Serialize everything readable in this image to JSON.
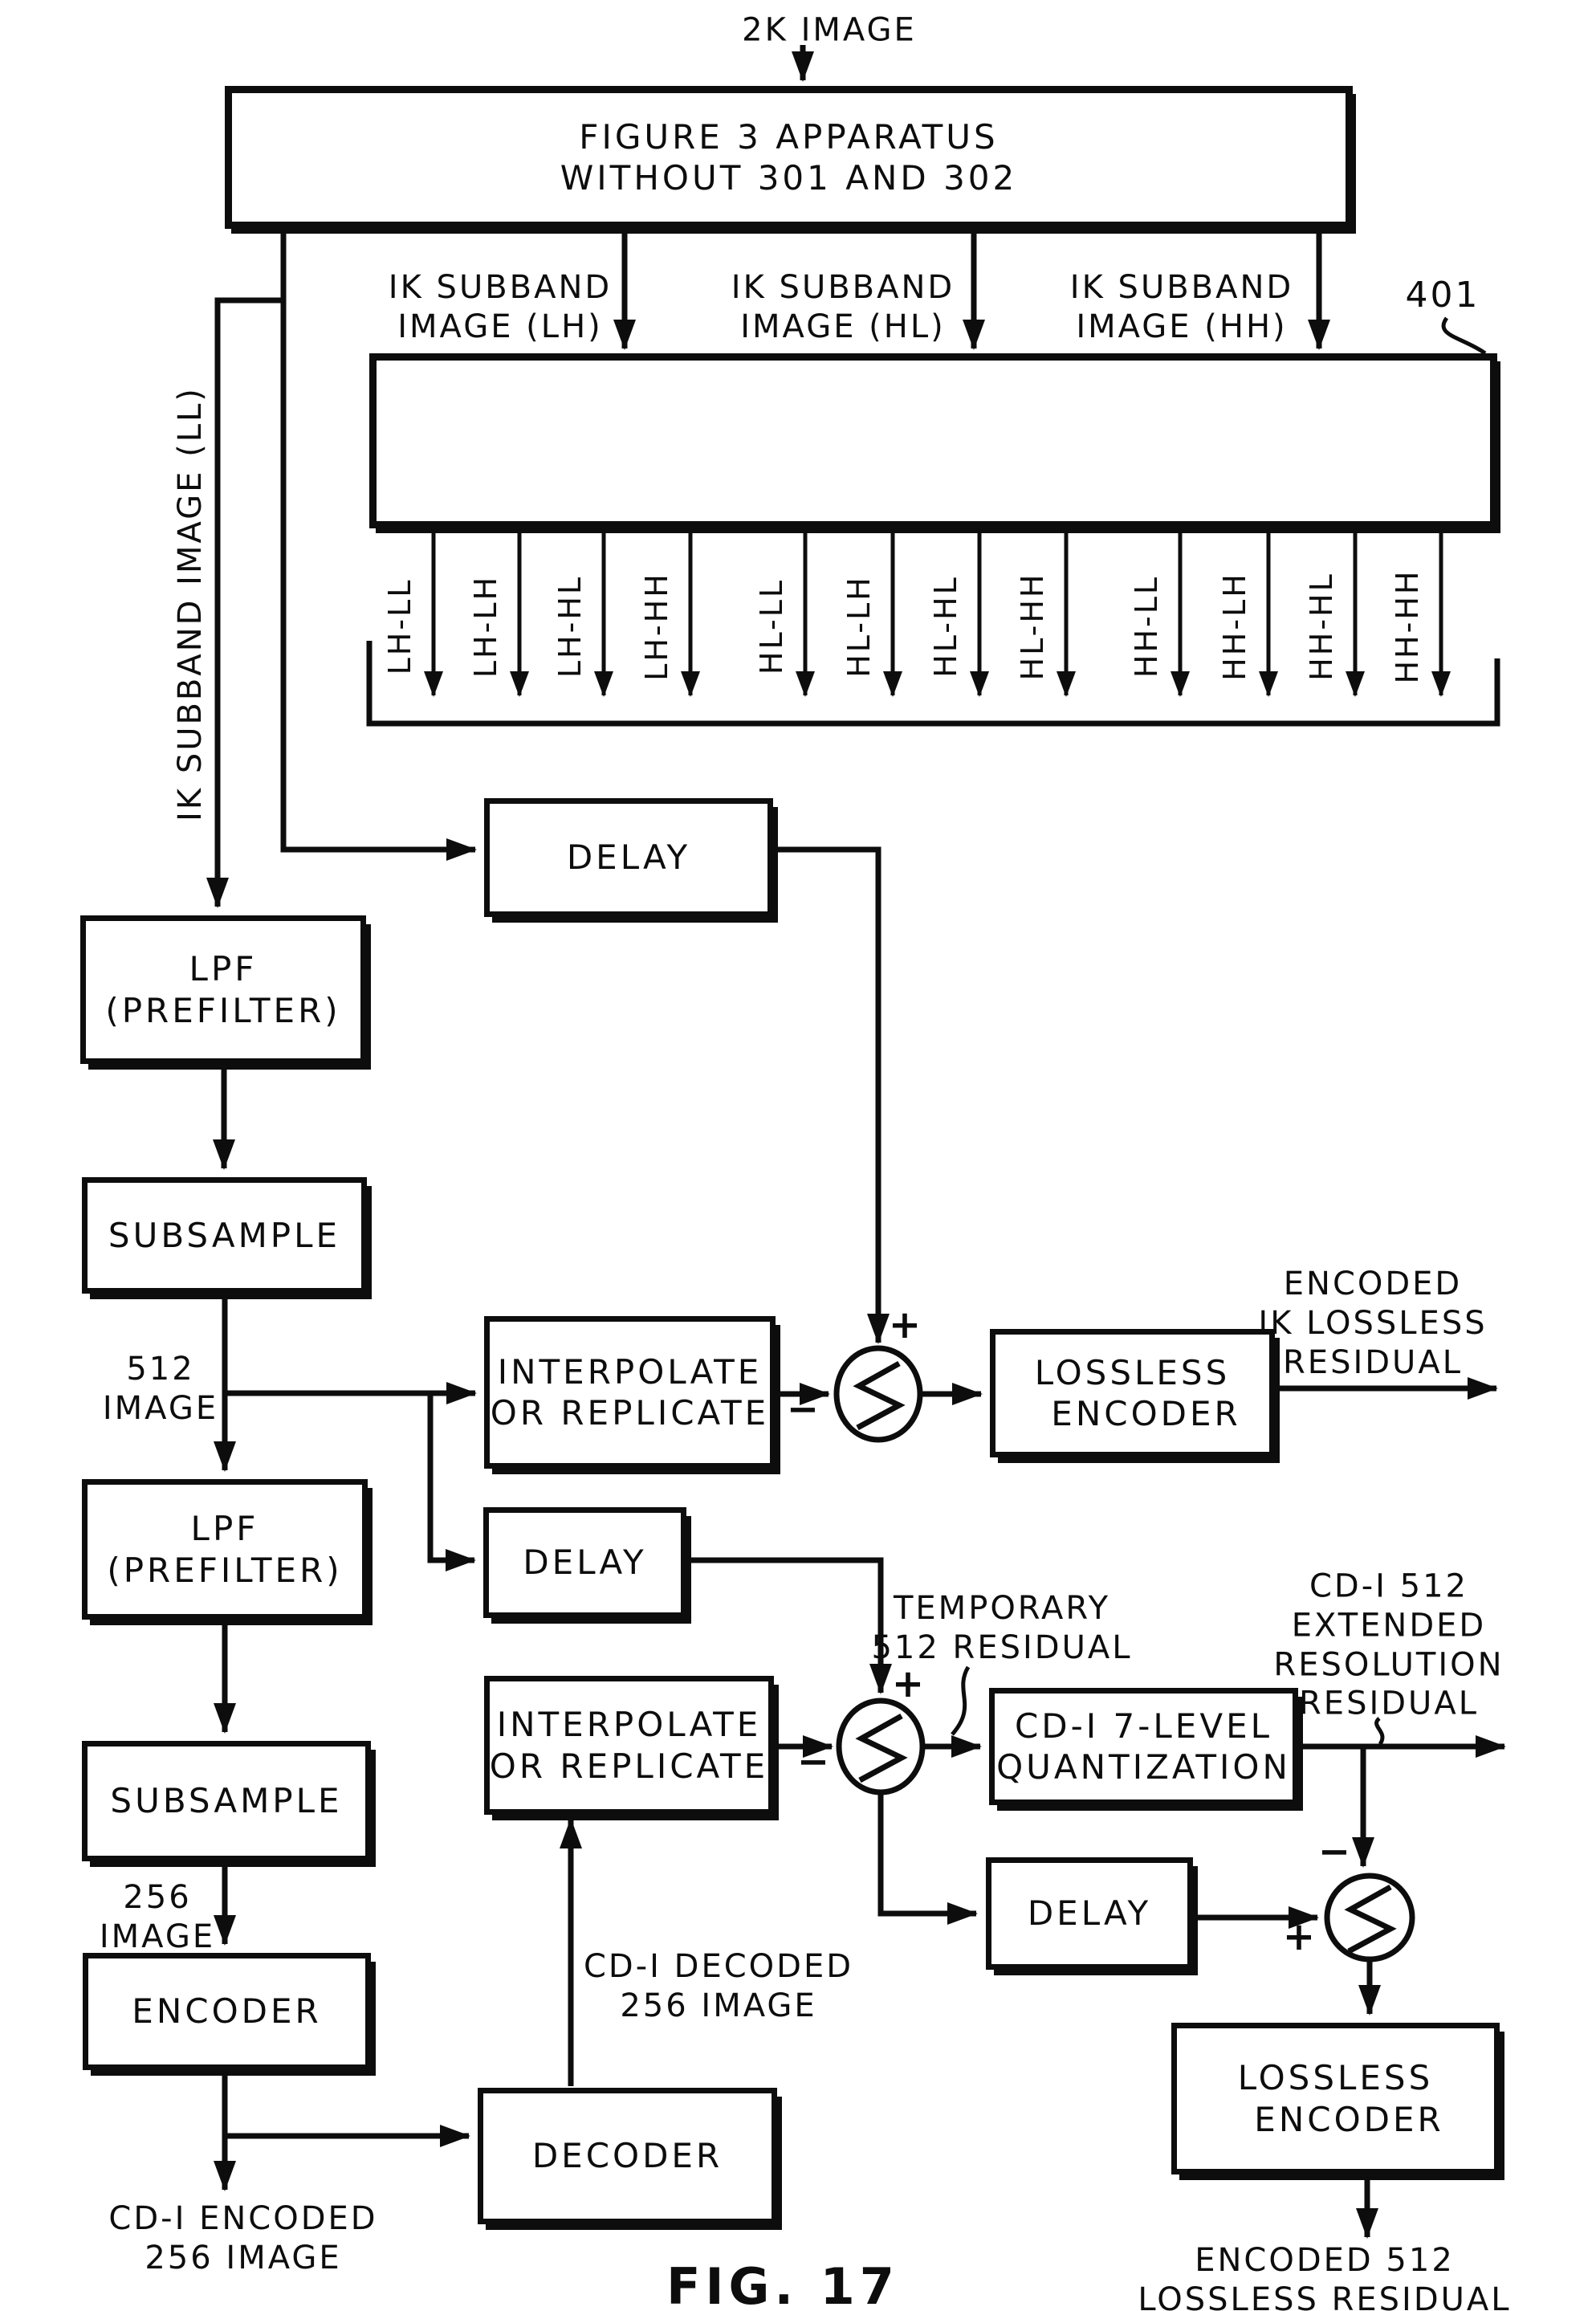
{
  "figure_caption": "FIG. 17",
  "labels": {
    "input_2k": "2K IMAGE",
    "ref_401": "401",
    "subband_lh": [
      "IK SUBBAND",
      "IMAGE (LH)"
    ],
    "subband_hl": [
      "IK SUBBAND",
      "IMAGE (HL)"
    ],
    "subband_hh": [
      "IK SUBBAND",
      "IMAGE (HH)"
    ],
    "subband_ll_vertical": "IK SUBBAND IMAGE (LL)",
    "subband_outputs": [
      "LH-LL",
      "LH-LH",
      "LH-HL",
      "LH-HH",
      "HL-LL",
      "HL-LH",
      "HL-HL",
      "HL-HH",
      "HH-LL",
      "HH-LH",
      "HH-HL",
      "HH-HH"
    ],
    "image_512": [
      "512",
      "IMAGE"
    ],
    "image_256": [
      "256",
      "IMAGE"
    ],
    "encoded_1k": [
      "ENCODED",
      "IK LOSSLESS",
      "RESIDUAL"
    ],
    "temporary_512": [
      "TEMPORARY",
      "512 RESIDUAL"
    ],
    "cdi_512_extended": [
      "CD-I 512",
      "EXTENDED",
      "RESOLUTION",
      "RESIDUAL"
    ],
    "cdi_decoded_256": [
      "CD-I DECODED",
      "256 IMAGE"
    ],
    "cdi_encoded_256": [
      "CD-I ENCODED",
      "256 IMAGE"
    ],
    "encoded_512": [
      "ENCODED 512",
      "LOSSLESS RESIDUAL"
    ],
    "plus": "+",
    "minus": "−"
  },
  "boxes": {
    "fig3": [
      "FIGURE 3 APPARATUS",
      "WITHOUT 301 AND 302"
    ],
    "lpf1": [
      "LPF",
      "(PREFILTER)"
    ],
    "subsample1": "SUBSAMPLE",
    "delay1": "DELAY",
    "interp1": [
      "INTERPOLATE",
      "OR REPLICATE"
    ],
    "lossless1": [
      "LOSSLESS",
      "ENCODER"
    ],
    "lpf2": [
      "LPF",
      "(PREFILTER)"
    ],
    "subsample2": "SUBSAMPLE",
    "delay2": "DELAY",
    "interp2": [
      "INTERPOLATE",
      "OR REPLICATE"
    ],
    "cdi_quant": [
      "CD-I 7-LEVEL",
      "QUANTIZATION"
    ],
    "delay3": "DELAY",
    "encoder": "ENCODER",
    "decoder": "DECODER",
    "lossless2": [
      "LOSSLESS",
      "ENCODER"
    ]
  },
  "colors": {
    "ink": "#0d0d0d",
    "paper": "#ffffff"
  }
}
